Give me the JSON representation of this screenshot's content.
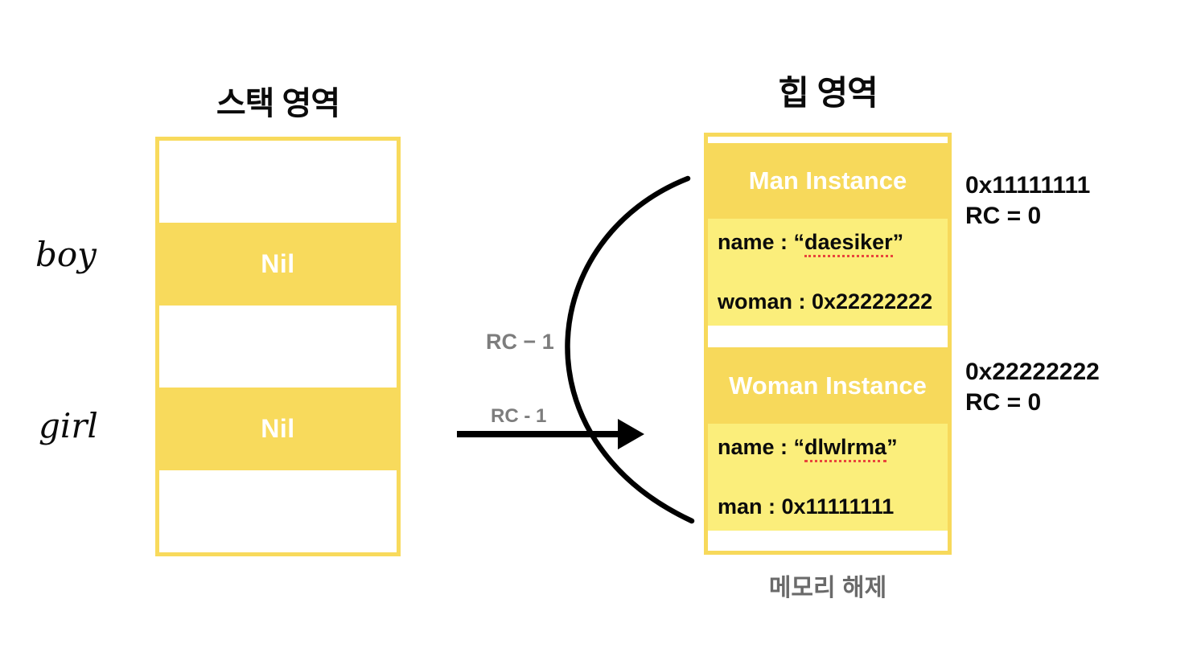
{
  "colors": {
    "border_yellow": "#F8DA5C",
    "header_yellow": "#F7D95B",
    "body_yellow": "#FBEE7B",
    "gray_label": "#7d7d7d",
    "footer_gray": "#6a6a6a",
    "spell_red": "#e8453c",
    "ink": "#000000",
    "white": "#ffffff"
  },
  "stack": {
    "title": "스택 영역",
    "rows": [
      {
        "type": "white",
        "label": ""
      },
      {
        "type": "yellow",
        "label": "Nil"
      },
      {
        "type": "white",
        "label": ""
      },
      {
        "type": "yellow",
        "label": "Nil"
      },
      {
        "type": "white",
        "label": ""
      }
    ],
    "var_labels": [
      {
        "text": "boy"
      },
      {
        "text": "girl"
      }
    ]
  },
  "annotations": {
    "rc_label_1": "RC − 1",
    "rc_label_2": "RC - 1"
  },
  "heap": {
    "title": "힙 영역",
    "instances": [
      {
        "header": "Man Instance",
        "fields": [
          {
            "prefix": "name : “",
            "highlight": "daesiker",
            "suffix": "”"
          },
          {
            "prefix": "woman : 0x22222222",
            "highlight": "",
            "suffix": ""
          }
        ],
        "address": "0x11111111",
        "rc": "RC = 0"
      },
      {
        "header": "Woman Instance",
        "fields": [
          {
            "prefix": "name : “",
            "highlight": "dlwlrma",
            "suffix": "”"
          },
          {
            "prefix": "man : 0x11111111",
            "highlight": "",
            "suffix": ""
          }
        ],
        "address": "0x22222222",
        "rc": "RC = 0"
      }
    ],
    "footer": "메모리 해제"
  }
}
